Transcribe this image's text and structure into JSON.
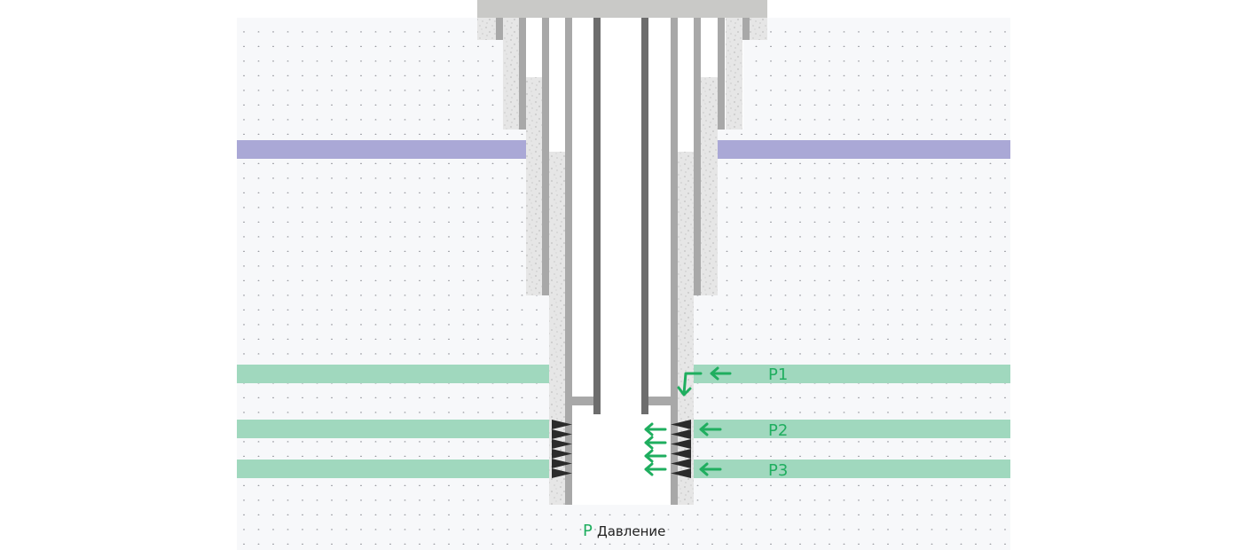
{
  "diagram": {
    "pressure_labels": [
      "P1",
      "P2",
      "P3"
    ],
    "legend": {
      "symbol": "P",
      "text": "Давление"
    }
  },
  "colors": {
    "background": "#f7f8fa",
    "dots": "#9a9ca2",
    "cap": "#c9c9c7",
    "cement": "#e6e6e6",
    "casing": "#a8a8a8",
    "tubing": "#6d6d6d",
    "aquifer": "#aaa8d6",
    "reservoir": "#a0d8be",
    "arrow": "#1fae5f",
    "perforation": "#2b2b2b"
  }
}
